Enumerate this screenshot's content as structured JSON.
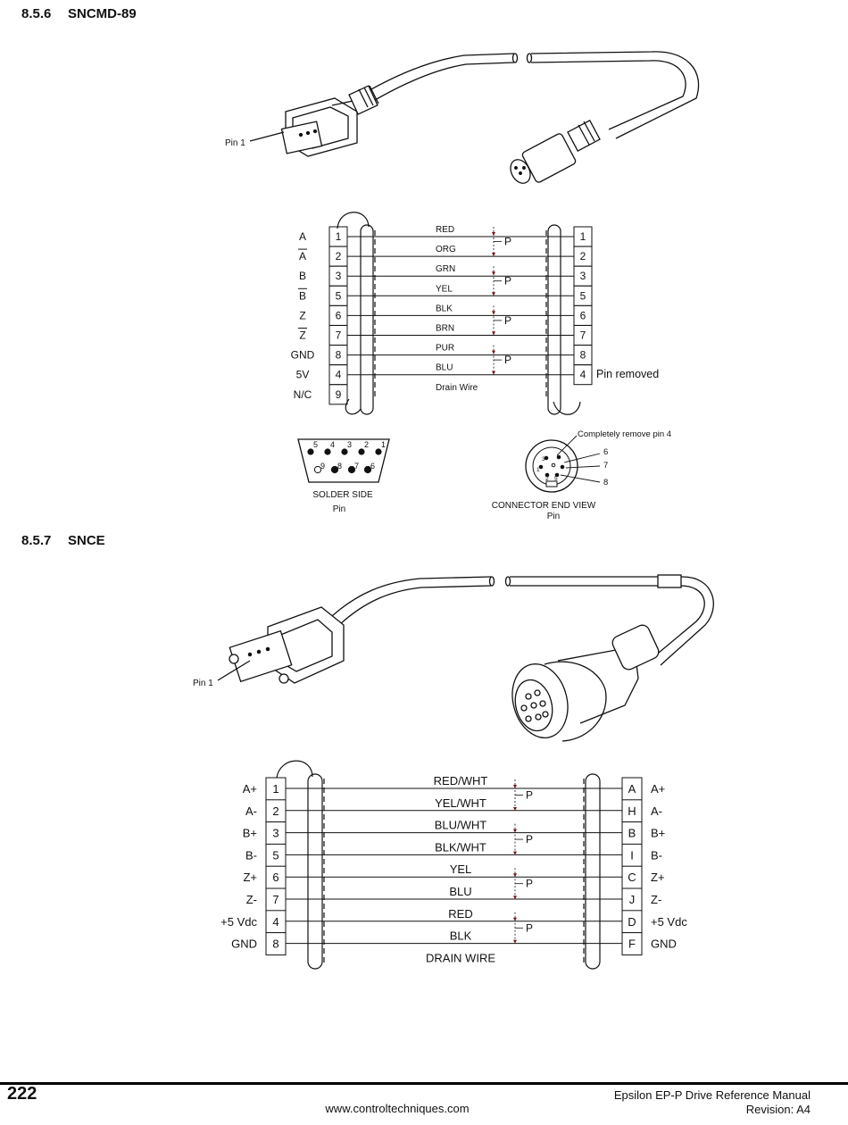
{
  "section1": {
    "number": "8.5.6",
    "title": "SNCMD-89",
    "pin1_label": "Pin 1",
    "left_signals": [
      "A",
      "A",
      "B",
      "B",
      "Z",
      "Z",
      "GND",
      "5V",
      "N/C"
    ],
    "left_pins": [
      "1",
      "2",
      "3",
      "5",
      "6",
      "7",
      "8",
      "4",
      "9"
    ],
    "right_pins": [
      "1",
      "2",
      "3",
      "5",
      "6",
      "7",
      "8",
      "4"
    ],
    "wires": [
      "RED",
      "ORG",
      "GRN",
      "YEL",
      "BLK",
      "BRN",
      "PUR",
      "BLU",
      "Drain Wire"
    ],
    "pair_label": "P",
    "pin_removed": "Pin removed",
    "solder_side": "SOLDER SIDE",
    "solder_pin": "Pin",
    "db9_top_numbers": [
      "5",
      "4",
      "3",
      "2",
      "1"
    ],
    "db9_bottom_numbers": [
      "9",
      "8",
      "7",
      "6"
    ],
    "connector_end_view": "CONNECTOR END VIEW",
    "connector_pin": "Pin",
    "remove_note": "Completely remove pin 4",
    "callouts": [
      "6",
      "7",
      "8"
    ],
    "mini_din_numbers": [
      "3",
      "1",
      "2",
      "5"
    ]
  },
  "section2": {
    "number": "8.5.7",
    "title": "SNCE",
    "pin1_label": "Pin 1",
    "left_signals": [
      "A+",
      "A-",
      "B+",
      "B-",
      "Z+",
      "Z-",
      "+5 Vdc",
      "GND"
    ],
    "left_pins": [
      "1",
      "2",
      "3",
      "5",
      "6",
      "7",
      "4",
      "8"
    ],
    "wires": [
      "RED/WHT",
      "YEL/WHT",
      "BLU/WHT",
      "BLK/WHT",
      "YEL",
      "BLU",
      "RED",
      "BLK",
      "DRAIN WIRE"
    ],
    "right_pins": [
      "A",
      "H",
      "B",
      "I",
      "C",
      "J",
      "D",
      "F"
    ],
    "right_signals": [
      "A+",
      "A-",
      "B+",
      "B-",
      "Z+",
      "Z-",
      "+5 Vdc",
      "GND"
    ],
    "pair_label": "P"
  },
  "footer": {
    "page_number": "222",
    "url": "www.controltechniques.com",
    "manual": "Epsilon EP-P Drive Reference Manual",
    "revision": "Revision: A4"
  }
}
